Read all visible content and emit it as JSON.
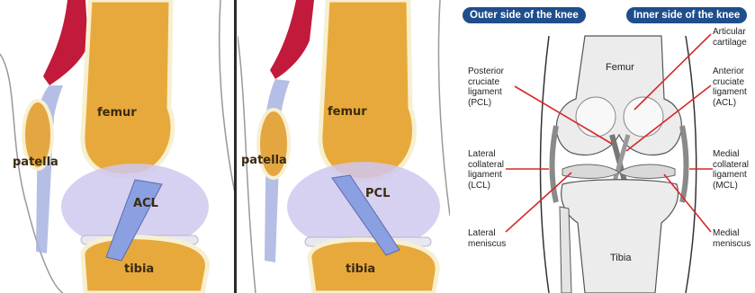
{
  "panel_acl": {
    "labels": {
      "femur": "femur",
      "patella": "patella",
      "ligament": "ACL",
      "tibia": "tibia"
    }
  },
  "panel_pcl": {
    "labels": {
      "femur": "femur",
      "patella": "patella",
      "ligament": "PCL",
      "tibia": "tibia"
    }
  },
  "panel_knee": {
    "outer_side": "Outer side of the knee",
    "inner_side": "Inner side of the knee",
    "femur": "Femur",
    "tibia": "Tibia",
    "left_labels": {
      "pcl": [
        "Posterior",
        "cruciate",
        "ligament",
        "(PCL)"
      ],
      "lcl": [
        "Lateral",
        "collateral",
        "ligament",
        "(LCL)"
      ],
      "lateral_meniscus": [
        "Lateral",
        "meniscus"
      ]
    },
    "right_labels": {
      "articular_cartilage": [
        "Articular",
        "cartilage"
      ],
      "acl": [
        "Anterior",
        "cruciate",
        "ligament",
        "(ACL)"
      ],
      "mcl": [
        "Medial",
        "collateral",
        "ligament",
        "(MCL)"
      ],
      "medial_meniscus": [
        "Medial",
        "meniscus"
      ]
    },
    "colors": {
      "pill": "#1f4e8c",
      "pointer": "#d62828"
    }
  }
}
